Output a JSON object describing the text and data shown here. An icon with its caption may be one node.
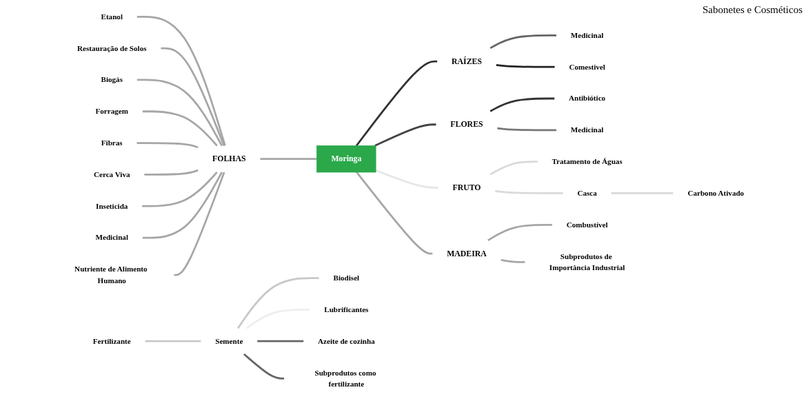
{
  "diagram": {
    "nodes": [
      {
        "text": [
          "Moringa"
        ]
      },
      {
        "text": [
          "FOLHAS"
        ]
      },
      {
        "text": [
          "Etanol"
        ]
      },
      {
        "text": [
          "Restauração de Solos"
        ]
      },
      {
        "text": [
          "Biogás"
        ]
      },
      {
        "text": [
          "Forragem"
        ]
      },
      {
        "text": [
          "Fibras"
        ]
      },
      {
        "text": [
          "Cerca Viva"
        ]
      },
      {
        "text": [
          "Inseticida"
        ]
      },
      {
        "text": [
          "Medicinal"
        ]
      },
      {
        "text": [
          "Nutriente de Alimento Humano"
        ]
      },
      {
        "text": [
          "RAÍZES"
        ]
      },
      {
        "text": [
          "Medicinal"
        ]
      },
      {
        "text": [
          "Comestivel"
        ]
      },
      {
        "text": [
          "FLORES"
        ]
      },
      {
        "text": [
          "Antibiótico"
        ]
      },
      {
        "text": [
          "Medicinal"
        ]
      },
      {
        "text": [
          "FRUTO"
        ]
      },
      {
        "text": [
          "Tratamento de Águas"
        ]
      },
      {
        "text": [
          "Casca"
        ]
      },
      {
        "text": [
          "Carbono Ativado"
        ]
      },
      {
        "text": [
          "MADEIRA"
        ]
      },
      {
        "text": [
          "Combustível"
        ]
      },
      {
        "text": [
          "Subprodutos de Importância Industrial"
        ]
      },
      {
        "text": [
          "Fertilizante"
        ]
      },
      {
        "text": [
          "Semente"
        ]
      },
      {
        "text": [
          "Biodisel"
        ]
      },
      {
        "text": [
          "Lubrificantes"
        ]
      },
      {
        "text": [
          "Azeite de cozinha"
        ]
      },
      {
        "text": [
          "Subprodutos como fertilizante"
        ]
      }
    ],
    "edges": [
      {
        "from": 0,
        "to": 1,
        "arrow": "none"
      },
      {
        "from": 1,
        "to": 2,
        "arrow": "none"
      },
      {
        "from": 1,
        "to": 3,
        "arrow": "none"
      },
      {
        "from": 1,
        "to": 4,
        "arrow": "none"
      },
      {
        "from": 1,
        "to": 5,
        "arrow": "none"
      },
      {
        "from": 1,
        "to": 6,
        "arrow": "none"
      },
      {
        "from": 1,
        "to": 7,
        "arrow": "none"
      },
      {
        "from": 1,
        "to": 8,
        "arrow": "none"
      },
      {
        "from": 1,
        "to": 9,
        "arrow": "none"
      },
      {
        "from": 1,
        "to": 10,
        "arrow": "none"
      },
      {
        "from": 0,
        "to": 11,
        "arrow": "none",
        "color": "#333333"
      },
      {
        "from": 11,
        "to": 12,
        "arrow": "none",
        "color": "#666666"
      },
      {
        "from": 11,
        "to": 13,
        "arrow": "none",
        "color": "#222222"
      },
      {
        "from": 0,
        "to": 14,
        "arrow": "none",
        "color": "#444444"
      },
      {
        "from": 14,
        "to": 15,
        "arrow": "none",
        "color": "#333333"
      },
      {
        "from": 14,
        "to": 16,
        "arrow": "none",
        "color": "#777777"
      },
      {
        "from": 0,
        "to": 17,
        "arrow": "none",
        "color": "#e6e6e6"
      },
      {
        "from": 17,
        "to": 18,
        "arrow": "none",
        "color": "#d9d9d9"
      },
      {
        "from": 17,
        "to": 19,
        "arrow": "none",
        "color": "#d9d9d9"
      },
      {
        "from": 19,
        "to": 20,
        "arrow": "none",
        "color": "#d9d9d9"
      },
      {
        "from": 0,
        "to": 21,
        "arrow": "none"
      },
      {
        "from": 21,
        "to": 22,
        "arrow": "none"
      },
      {
        "from": 21,
        "to": 23,
        "arrow": "none"
      },
      {
        "from": 24,
        "to": 25,
        "arrow": "none",
        "color": "#c8c8c8"
      },
      {
        "from": 25,
        "to": 26,
        "arrow": "none",
        "color": "#c8c8c8"
      },
      {
        "from": 25,
        "to": 27,
        "arrow": "none",
        "color": "#eeeeee"
      },
      {
        "from": 25,
        "to": 28,
        "arrow": "none",
        "color": "#666666"
      },
      {
        "from": 25,
        "to": 29,
        "arrow": "none",
        "color": "#666666"
      }
    ],
    "labels": [
      "Sabonetes e Cosméticos"
    ]
  }
}
